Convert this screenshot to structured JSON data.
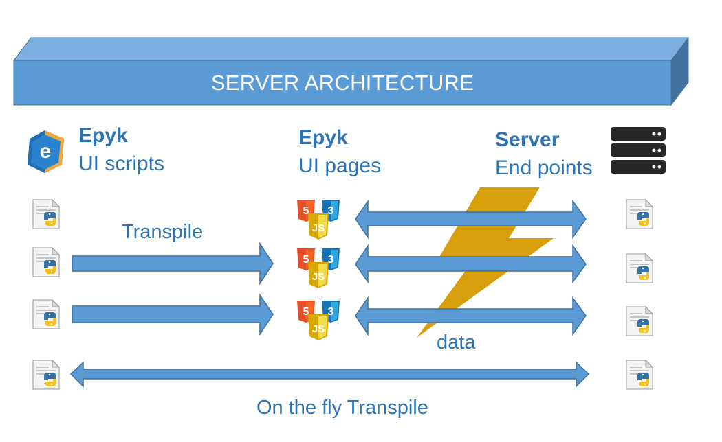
{
  "banner": {
    "title": "SERVER ARCHITECTURE"
  },
  "columns": {
    "epyk_scripts": {
      "name": "Epyk",
      "sub": "UI scripts"
    },
    "epyk_pages": {
      "name": "Epyk",
      "sub": "UI pages"
    },
    "server": {
      "name": "Server",
      "sub": "End points"
    }
  },
  "flows": {
    "transpile_label": "Transpile",
    "data_label": "data",
    "on_the_fly_label": "On the fly Transpile"
  },
  "colors": {
    "banner_front": "#5b9bd5",
    "banner_top": "#7cafdf",
    "banner_side": "#41719c",
    "arrow_fill": "#5b9bd5",
    "arrow_stroke": "#41719c",
    "label_text": "#2e74b5",
    "lightning": "#d69a00"
  },
  "icons": {
    "epyk_logo": "epyk-logo-icon",
    "server_rack": "server-rack-icon",
    "python_file": "python-file-icon",
    "web_stack": "html5-css3-js-icon"
  }
}
